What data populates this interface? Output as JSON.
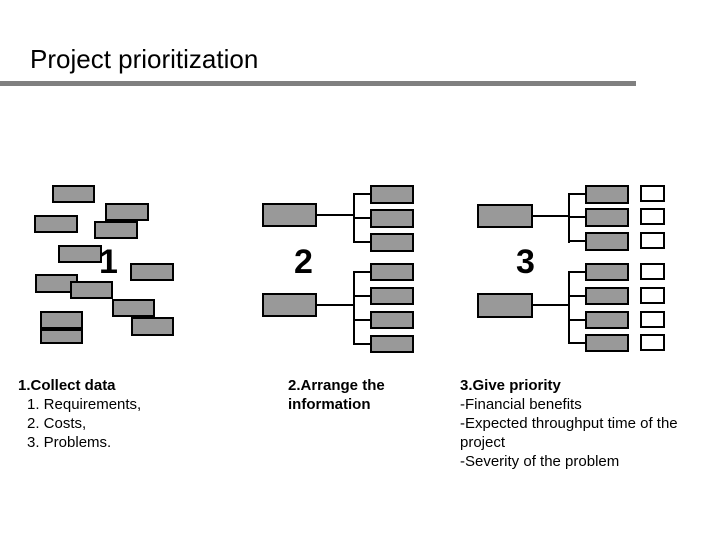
{
  "title": "Project prioritization",
  "colors": {
    "background": "#ffffff",
    "title_bar": "#808080",
    "box_fill": "#999999",
    "box_border": "#000000"
  },
  "diagrams": [
    {
      "number": "1",
      "caption_heading": "1.Collect data",
      "caption_items": [
        "1. Requirements,",
        "2. Costs,",
        "3. Problems."
      ]
    },
    {
      "number": "2",
      "caption_heading": "2.Arrange the information",
      "caption_items": []
    },
    {
      "number": "3",
      "caption_heading": "3.Give priority",
      "caption_items": [
        "-Financial benefits",
        "-Expected throughput time of the project",
        "-Severity of the problem"
      ]
    }
  ]
}
